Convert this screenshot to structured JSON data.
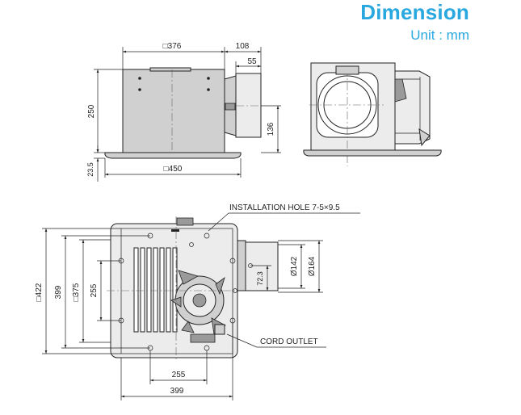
{
  "header": {
    "title": "Dimension",
    "unit": "Unit : mm"
  },
  "side_view": {
    "dim_top_width": "□376",
    "dim_top_right": "108",
    "dim_spigot_length": "55",
    "dim_height": "250",
    "dim_spigot_height": "136",
    "dim_flange": "23.5",
    "dim_flange_width": "□450"
  },
  "bottom_view": {
    "installation_hole_label": "INSTALLATION HOLE 7-5×9.5",
    "cord_outlet_label": "CORD OUTLET",
    "dim_outer": "□422",
    "dim_399_vertical": "399",
    "dim_375": "□375",
    "dim_255_vertical": "255",
    "dim_255_horizontal": "255",
    "dim_399_horizontal": "399",
    "dim_72_3": "72.3",
    "dim_dia_142": "Ø142",
    "dim_dia_164": "Ø164"
  },
  "colors": {
    "accent": "#29a8e0",
    "line": "#222222",
    "fill": "#d0d0d0"
  }
}
